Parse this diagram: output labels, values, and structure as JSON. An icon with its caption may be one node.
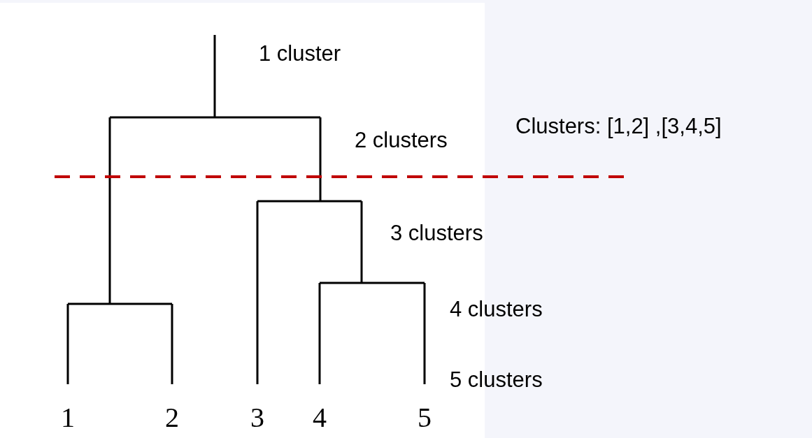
{
  "diagram": {
    "labels": [
      "1 cluster",
      "Clusters: [1,2] ,[3,4,5]",
      "2 clusters",
      "3 clusters",
      "4 clusters",
      "5 clusters",
      "1",
      "2",
      "3",
      "4",
      "5"
    ]
  }
}
